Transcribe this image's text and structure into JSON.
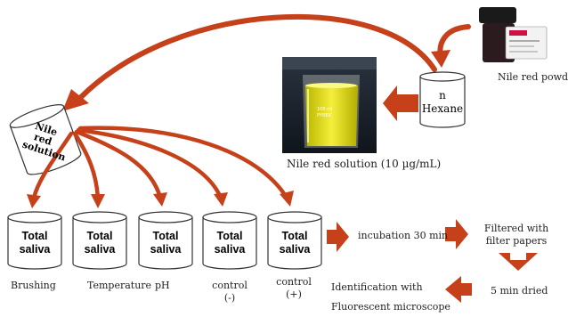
{
  "reagents": {
    "bottle_label": "Nile red powder",
    "hexane_label": "n\nHexane",
    "solution_caption": "Nile red solution (10 µg/mL)",
    "tilted_jar_label": "Nile\nred\nsolution"
  },
  "beaker": {
    "mark_text": "100 ml\nPYREX"
  },
  "samples": {
    "jar_label": "Total\nsaliva",
    "items": [
      {
        "caption": "Brushing"
      },
      {
        "caption": "Temperature"
      },
      {
        "caption": "pH"
      },
      {
        "caption": "control\n(-)"
      },
      {
        "caption": "control\n(+)"
      }
    ]
  },
  "steps": {
    "incubation": "incubation 30 min",
    "filter": "Filtered with\nfilter papers",
    "dried": "5 min dried",
    "identification": "Identification with\nFluorescent microscope"
  },
  "colors": {
    "arrow": "#c6401a",
    "jar_stroke": "#333333",
    "solution": "#e8e020"
  }
}
